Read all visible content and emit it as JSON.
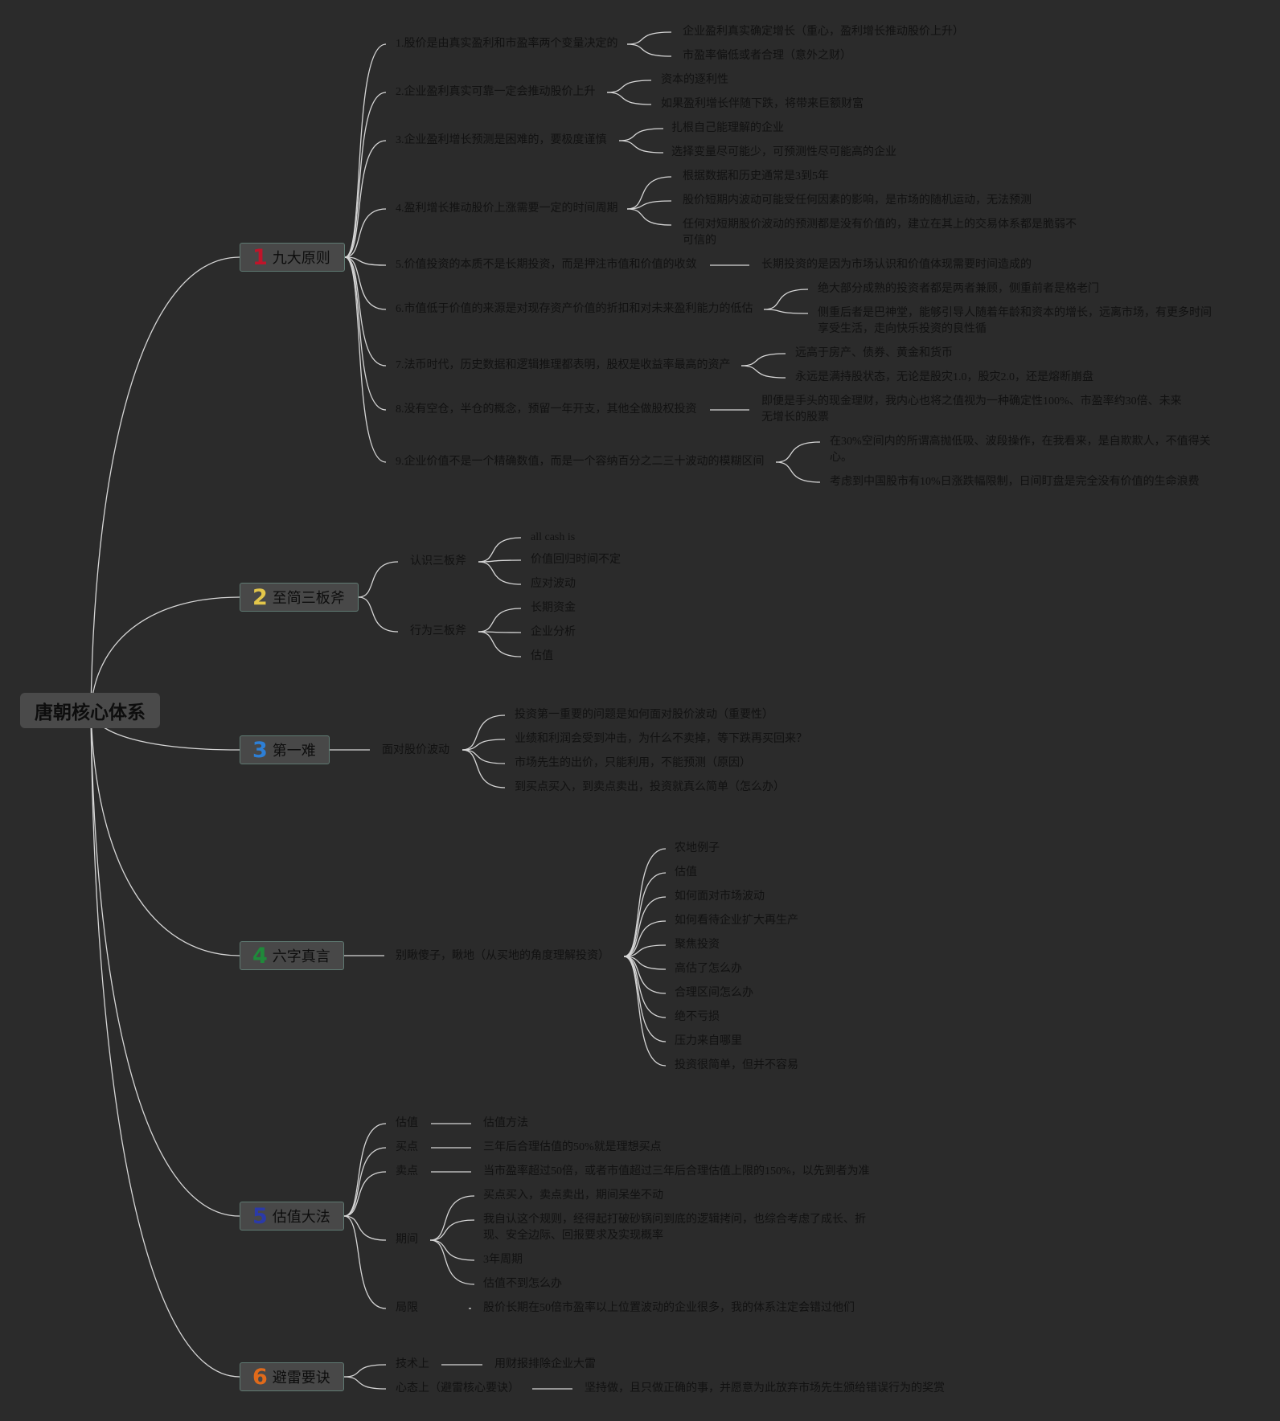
{
  "root": "唐朝核心体系",
  "branches": [
    {
      "num": "1",
      "num_color": "#c0142a",
      "label": "九大原则",
      "children": [
        {
          "text": "1.股价是由真实盈利和市盈率两个变量决定的",
          "children": [
            "企业盈利真实确定增长（重心，盈利增长推动股价上升）",
            "市盈率偏低或者合理（意外之财）"
          ]
        },
        {
          "text": "2.企业盈利真实可靠一定会推动股价上升",
          "children": [
            "资本的逐利性",
            "如果盈利增长伴随下跌，将带来巨额财富"
          ]
        },
        {
          "text": "3.企业盈利增长预测是困难的，要极度谨慎",
          "children": [
            "扎根自己能理解的企业",
            "选择变量尽可能少，可预测性尽可能高的企业"
          ]
        },
        {
          "text": "4.盈利增长推动股价上涨需要一定的时间周期",
          "children": [
            "根据数据和历史通常是3到5年",
            "股价短期内波动可能受任何因素的影响，是市场的随机运动，无法预测",
            "任何对短期股价波动的预测都是没有价值的，建立在其上的交易体系都是脆弱不可信的"
          ]
        },
        {
          "text": "5.价值投资的本质不是长期投资，而是押注市值和价值的收敛",
          "children": [
            "长期投资的是因为市场认识和价值体现需要时间造成的"
          ]
        },
        {
          "text": "6.市值低于价值的来源是对现存资产价值的折扣和对未来盈利能力的低估",
          "children": [
            "绝大部分成熟的投资者都是两者兼顾，侧重前者是格老门",
            "侧重后者是巴神堂，能够引导人随着年龄和资本的增长，远离市场，有更多时间享受生活，走向快乐投资的良性循"
          ]
        },
        {
          "text": "7.法币时代，历史数据和逻辑推理都表明，股权是收益率最高的资产",
          "children": [
            "远高于房产、债券、黄金和货币",
            "永远是满持股状态，无论是股灾1.0，股灾2.0，还是熔断崩盘"
          ]
        },
        {
          "text": "8.没有空仓，半仓的概念，预留一年开支，其他全做股权投资",
          "children": [
            "即便是手头的现金理财，我内心也将之值视为一种确定性100%、市盈率约30倍、未来无增长的股票"
          ]
        },
        {
          "text": "9.企业价值不是一个精确数值，而是一个容纳百分之二三十波动的模糊区间",
          "children": [
            "在30%空间内的所谓高抛低吸、波段操作，在我看来，是自欺欺人，不值得关心。",
            "考虑到中国股市有10%日涨跌幅限制，日间盯盘是完全没有价值的生命浪费"
          ]
        }
      ]
    },
    {
      "num": "2",
      "num_color": "#e3c64a",
      "label": "至简三板斧",
      "children": [
        {
          "text": "认识三板斧",
          "children": [
            "all cash is",
            "价值回归时间不定",
            "应对波动"
          ]
        },
        {
          "text": "行为三板斧",
          "children": [
            "长期资金",
            "企业分析",
            "估值"
          ]
        }
      ]
    },
    {
      "num": "3",
      "num_color": "#2d7fd6",
      "label": "第一难",
      "children": [
        {
          "text": "面对股价波动",
          "children": [
            "投资第一重要的问题是如何面对股价波动（重要性）",
            "业绩和利润会受到冲击，为什么不卖掉，等下跌再买回来？",
            "市场先生的出价，只能利用，不能预测（原因）",
            "到买点买入，到卖点卖出，投资就真么简单（怎么办）"
          ]
        }
      ]
    },
    {
      "num": "4",
      "num_color": "#1f8a3a",
      "label": "六字真言",
      "children": [
        {
          "text": "别瞅傻子，瞅地（从买地的角度理解投资）",
          "children": [
            "农地例子",
            "估值",
            "如何面对市场波动",
            "如何看待企业扩大再生产",
            "聚焦投资",
            "高估了怎么办",
            "合理区间怎么办",
            "绝不亏损",
            "压力来自哪里",
            "投资很简单，但并不容易"
          ]
        }
      ]
    },
    {
      "num": "5",
      "num_color": "#2b3aa8",
      "label": "估值大法",
      "children": [
        {
          "text": "估值",
          "children": [
            "估值方法"
          ]
        },
        {
          "text": "买点",
          "children": [
            "三年后合理估值的50%就是理想买点"
          ]
        },
        {
          "text": "卖点",
          "children": [
            "当市盈率超过50倍，或者市值超过三年后合理估值上限的150%，以先到者为准"
          ]
        },
        {
          "text": "期间",
          "children": [
            "买点买入，卖点卖出，期间呆坐不动",
            "我自认这个规则，经得起打破砂锅问到底的逻辑拷问，也综合考虑了成长、折现、安全边际、回报要求及实现概率",
            "3年周期",
            "估值不到怎么办"
          ]
        },
        {
          "text": "局限",
          "children": [
            "股价长期在50倍市盈率以上位置波动的企业很多，我的体系注定会错过他们"
          ]
        }
      ]
    },
    {
      "num": "6",
      "num_color": "#e06a1a",
      "label": "避雷要诀",
      "children": [
        {
          "text": "技术上",
          "children": [
            "用财报排除企业大雷"
          ]
        },
        {
          "text": "心态上（避雷核心要诀）",
          "children": [
            "坚持做，且只做正确的事，并愿意为此放弃市场先生颁给错误行为的奖赏"
          ]
        }
      ]
    }
  ]
}
